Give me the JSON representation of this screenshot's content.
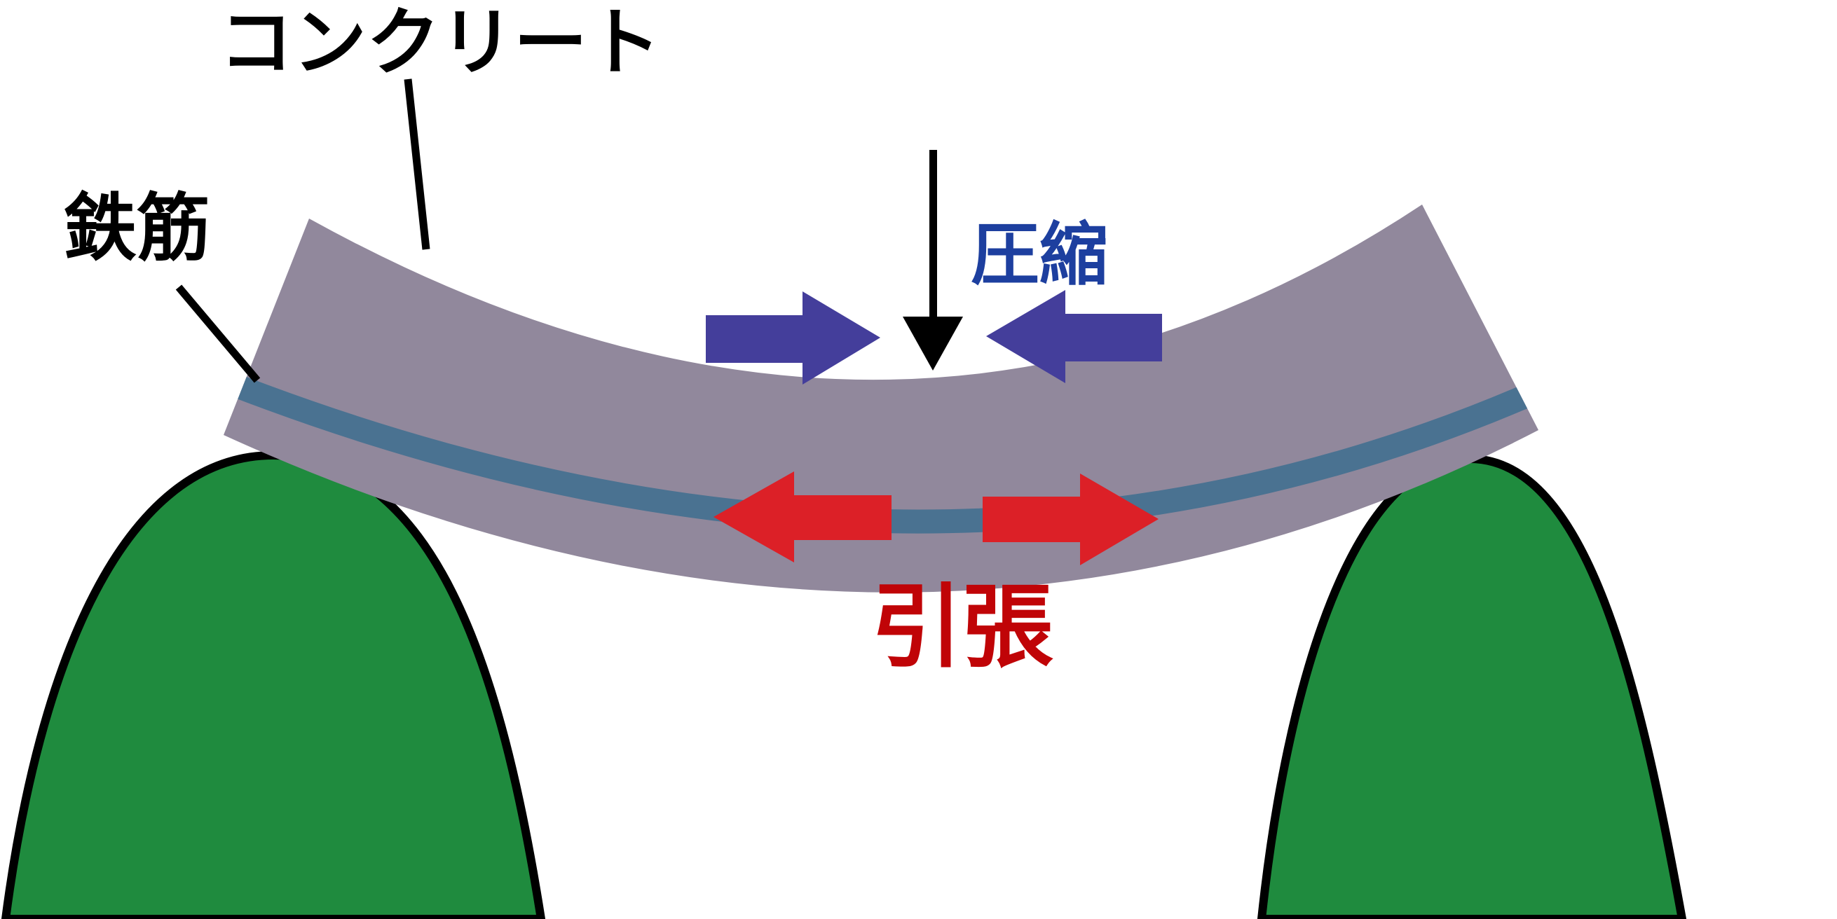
{
  "diagram": {
    "description": "reinforced-concrete-beam-bending-diagram",
    "labels": {
      "concrete": "コンクリート",
      "rebar": "鉄筋",
      "compression": "圧縮",
      "tension": "引張"
    },
    "colors": {
      "background": "#FFFFFF",
      "concrete_beam": "#91889C",
      "rebar_bar": "#4A7291",
      "support_fill": "#1F8B3E",
      "support_outline": "#000000",
      "load_arrow": "#000000",
      "compression_arrow": "#443E9B",
      "compression_text": "#1D3F9F",
      "tension_arrow": "#DC2027",
      "tension_text": "#C00407",
      "label_text": "#000000",
      "leader_line": "#000000"
    }
  }
}
